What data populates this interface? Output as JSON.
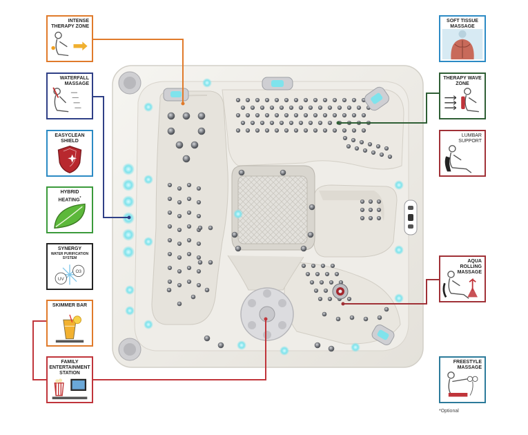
{
  "features": {
    "intense_therapy_zone": {
      "label": "INTENSE THERAPY ZONE",
      "color": "#e07a2a"
    },
    "waterfall_massage": {
      "label": "WATERFALL MASSAGE",
      "color": "#2f3f86"
    },
    "easyclean_shield": {
      "label": "EASYCLEAN SHIELD",
      "color": "#2b8ac4"
    },
    "hybrid_heating": {
      "label": "HYBRID HEATING",
      "mark": "*",
      "color": "#3a9a3a"
    },
    "synergy": {
      "label": "SYNERGY",
      "sub": "WATER PURIFICATION SYSTEM",
      "uv": "UV",
      "o3": "O3",
      "color": "#222222"
    },
    "skimmer_bar": {
      "label": "SKIMMER BAR",
      "color": "#e07a2a"
    },
    "family_entertainment_station": {
      "label": "FAMILY ENTERTAINMENT STATION",
      "color": "#c0343a"
    },
    "soft_tissue_massage": {
      "label": "SOFT TISSUE MASSAGE",
      "color": "#2b8ac4"
    },
    "therapy_wave_zone": {
      "label": "THERAPY WAVE ZONE",
      "color": "#2e5e34"
    },
    "lumbar_support": {
      "label": "LUMBAR SUPPORT",
      "color": "#a03036"
    },
    "aqua_rolling_massage": {
      "label": "AQUA ROLLING MASSAGE",
      "color": "#a03036"
    },
    "freestyle_massage": {
      "label": "FREESTYLE MASSAGE",
      "color": "#2b7a9a"
    }
  },
  "footnote": "*Optional",
  "colors": {
    "shell": "#f1efea",
    "shell_edge": "#d9d6cf",
    "marble": "#e8e4dc",
    "jet": "#7f8288",
    "light": "#7fe3ec",
    "seat": "#e9e7e2"
  }
}
